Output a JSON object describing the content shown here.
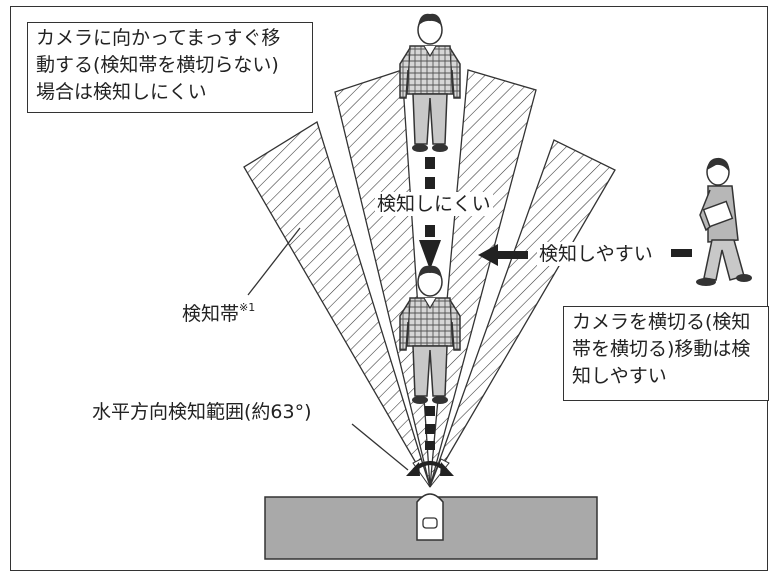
{
  "note_top": {
    "lines": [
      "カメラに向かってまっすぐ移",
      "動する(検知帯を横切らない)",
      "場合は検知しにくい"
    ]
  },
  "note_right": {
    "lines": [
      "カメラを横切る(検知",
      "帯を横切る)移動は検",
      "知しやすい"
    ]
  },
  "label_hard": "検知しにくい",
  "label_easy": "検知しやすい",
  "label_zone": "検知帯",
  "label_zone_note": "※1",
  "label_range": "水平方向検知範囲(約63°)",
  "colors": {
    "stroke": "#333333",
    "camera_base": "#a9a9a9",
    "shirt": "#b7b7b7",
    "pants": "#c8c8c8"
  }
}
